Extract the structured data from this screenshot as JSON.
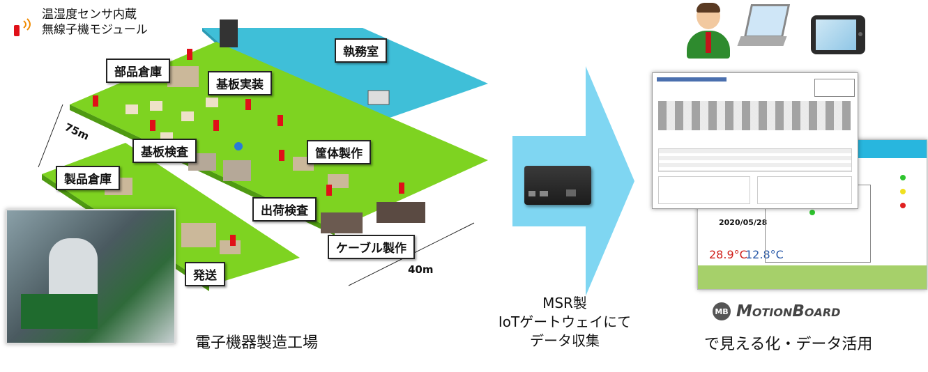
{
  "legend": {
    "line1": "温湿度センサ内蔵",
    "line2": "無線子機モジュール"
  },
  "factory": {
    "areas": [
      "部品倉庫",
      "基板実装",
      "執務室",
      "基板検査",
      "筐体製作",
      "製品倉庫",
      "出荷検査",
      "ケーブル製作",
      "発送"
    ],
    "dim_depth": "75m",
    "dim_width": "40m",
    "caption": "電子機器製造工場"
  },
  "gateway": {
    "line1": "MSR製",
    "line2": "IoTゲートウェイにて",
    "line3": "データ収集"
  },
  "dashboard": {
    "temp1": "28.9°C",
    "temp2": "12.8°C",
    "date": "2020/05/28"
  },
  "motionboard": {
    "logo_mark": "MB",
    "logo_text": "MotionBoard",
    "caption": "で見える化・データ活用"
  },
  "colors": {
    "floor": "#7ed321",
    "office_floor": "#3fbfd8",
    "arrow": "#7fd6f2",
    "sensor": "#e01018"
  }
}
